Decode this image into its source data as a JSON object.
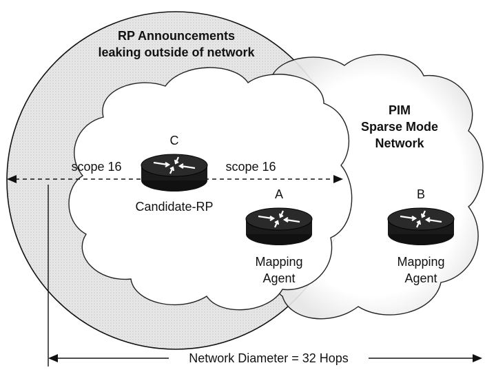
{
  "announcement_label": [
    "RP Announcements",
    "leaking outside of network"
  ],
  "network_label": [
    "PIM",
    "Sparse Mode",
    "Network"
  ],
  "scope_left": "scope 16",
  "scope_right": "scope 16",
  "routers": {
    "c": {
      "letter": "C",
      "role": [
        "Candidate-RP"
      ]
    },
    "a": {
      "letter": "A",
      "role": [
        "Mapping",
        "Agent"
      ]
    },
    "b": {
      "letter": "B",
      "role": [
        "Mapping",
        "Agent"
      ]
    }
  },
  "diameter_label": "Network Diameter = 32 Hops",
  "colors": {
    "ink": "#111111",
    "shade": "#d9d9d9",
    "router_body": "#1a1a1a"
  }
}
